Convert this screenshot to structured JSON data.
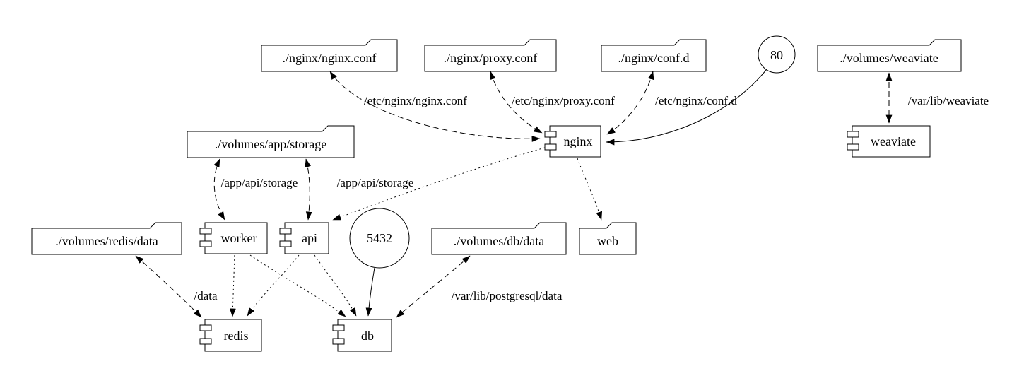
{
  "diagram": {
    "kind": "docker-compose-architecture-graph",
    "background": "#ffffff",
    "stroke_color": "#000000",
    "nodes": {
      "nginx_conf_file": {
        "label": "./nginx/nginx.conf",
        "shape": "folder"
      },
      "proxy_conf_file": {
        "label": "./nginx/proxy.conf",
        "shape": "folder"
      },
      "conf_d_dir": {
        "label": "./nginx/conf.d",
        "shape": "folder"
      },
      "port_80": {
        "label": "80",
        "shape": "circle"
      },
      "volumes_weaviate": {
        "label": "./volumes/weaviate",
        "shape": "folder"
      },
      "volumes_app_storage": {
        "label": "./volumes/app/storage",
        "shape": "folder"
      },
      "nginx": {
        "label": "nginx",
        "shape": "component"
      },
      "weaviate": {
        "label": "weaviate",
        "shape": "component"
      },
      "volumes_redis_data": {
        "label": "./volumes/redis/data",
        "shape": "folder"
      },
      "worker": {
        "label": "worker",
        "shape": "component"
      },
      "api": {
        "label": "api",
        "shape": "component"
      },
      "port_5432": {
        "label": "5432",
        "shape": "circle"
      },
      "volumes_db_data": {
        "label": "./volumes/db/data",
        "shape": "folder"
      },
      "web": {
        "label": "web",
        "shape": "folder"
      },
      "redis": {
        "label": "redis",
        "shape": "component"
      },
      "db": {
        "label": "db",
        "shape": "component"
      }
    },
    "edge_labels": {
      "nginx_conf_mount": "/etc/nginx/nginx.conf",
      "proxy_conf_mount": "/etc/nginx/proxy.conf",
      "conf_d_mount": "/etc/nginx/conf.d",
      "weaviate_mount": "/var/lib/weaviate",
      "storage_worker_mount": "/app/api/storage",
      "storage_api_mount": "/app/api/storage",
      "redis_mount": "/data",
      "db_mount": "/var/lib/postgresql/data"
    },
    "edges": [
      {
        "from": "./nginx/nginx.conf",
        "to": "nginx",
        "style": "dashed",
        "bidirectional": true,
        "label": "/etc/nginx/nginx.conf"
      },
      {
        "from": "./nginx/proxy.conf",
        "to": "nginx",
        "style": "dashed",
        "bidirectional": true,
        "label": "/etc/nginx/proxy.conf"
      },
      {
        "from": "./nginx/conf.d",
        "to": "nginx",
        "style": "dashed",
        "bidirectional": true,
        "label": "/etc/nginx/conf.d"
      },
      {
        "from": "80",
        "to": "nginx",
        "style": "solid",
        "bidirectional": false,
        "label": ""
      },
      {
        "from": "./volumes/weaviate",
        "to": "weaviate",
        "style": "dashed",
        "bidirectional": true,
        "label": "/var/lib/weaviate"
      },
      {
        "from": "./volumes/app/storage",
        "to": "worker",
        "style": "dashed",
        "bidirectional": true,
        "label": "/app/api/storage"
      },
      {
        "from": "./volumes/app/storage",
        "to": "api",
        "style": "dashed",
        "bidirectional": true,
        "label": "/app/api/storage"
      },
      {
        "from": "nginx",
        "to": "api",
        "style": "dotted",
        "bidirectional": false,
        "label": ""
      },
      {
        "from": "nginx",
        "to": "web",
        "style": "dotted",
        "bidirectional": false,
        "label": ""
      },
      {
        "from": "worker",
        "to": "redis",
        "style": "dotted",
        "bidirectional": false,
        "label": ""
      },
      {
        "from": "worker",
        "to": "db",
        "style": "dotted",
        "bidirectional": false,
        "label": ""
      },
      {
        "from": "api",
        "to": "redis",
        "style": "dotted",
        "bidirectional": false,
        "label": ""
      },
      {
        "from": "api",
        "to": "db",
        "style": "dotted",
        "bidirectional": false,
        "label": ""
      },
      {
        "from": "./volumes/redis/data",
        "to": "redis",
        "style": "dashed",
        "bidirectional": true,
        "label": "/data"
      },
      {
        "from": "./volumes/db/data",
        "to": "db",
        "style": "dashed",
        "bidirectional": true,
        "label": "/var/lib/postgresql/data"
      },
      {
        "from": "5432",
        "to": "db",
        "style": "solid",
        "bidirectional": false,
        "label": ""
      }
    ]
  }
}
